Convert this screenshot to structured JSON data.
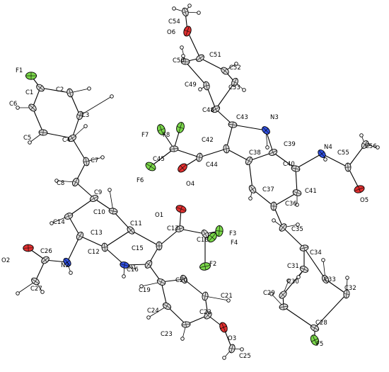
{
  "figure": {
    "title": "",
    "type": "ORTEP crystal structure (two molecules)"
  },
  "colors": {
    "C": "#d9d9d9",
    "N": "#3050e0",
    "O": "#e03030",
    "F": "#7ad64a",
    "H": "#ffffff",
    "outline": "#000000"
  },
  "atoms": [
    {
      "id": "F1",
      "el": "F",
      "label": "F1"
    },
    {
      "id": "C1",
      "el": "C",
      "label": "C1"
    },
    {
      "id": "C2",
      "el": "C",
      "label": "C2"
    },
    {
      "id": "C3",
      "el": "C",
      "label": "C3"
    },
    {
      "id": "C4",
      "el": "C",
      "label": "C4"
    },
    {
      "id": "C5",
      "el": "C",
      "label": "C5"
    },
    {
      "id": "C6",
      "el": "C",
      "label": "C6"
    },
    {
      "id": "C7",
      "el": "C",
      "label": "C7"
    },
    {
      "id": "C8",
      "el": "C",
      "label": "C8"
    },
    {
      "id": "C9",
      "el": "C",
      "label": "C9"
    },
    {
      "id": "C10",
      "el": "C",
      "label": "C10"
    },
    {
      "id": "C11",
      "el": "C",
      "label": "C11"
    },
    {
      "id": "C12",
      "el": "C",
      "label": "C12"
    },
    {
      "id": "C13",
      "el": "C",
      "label": "C13"
    },
    {
      "id": "C14",
      "el": "C",
      "label": "C14"
    },
    {
      "id": "N1",
      "el": "N",
      "label": "N1"
    },
    {
      "id": "N2",
      "el": "N",
      "label": "N2"
    },
    {
      "id": "C15",
      "el": "C",
      "label": "C15"
    },
    {
      "id": "C16",
      "el": "C",
      "label": "C16"
    },
    {
      "id": "C17",
      "el": "C",
      "label": "C17"
    },
    {
      "id": "O1",
      "el": "O",
      "label": "O1"
    },
    {
      "id": "C18",
      "el": "C",
      "label": "C18"
    },
    {
      "id": "F3",
      "el": "F",
      "label": "F3"
    },
    {
      "id": "F4",
      "el": "F",
      "label": "F4"
    },
    {
      "id": "F2",
      "el": "F",
      "label": "F2"
    },
    {
      "id": "C19",
      "el": "C",
      "label": "C19"
    },
    {
      "id": "C20",
      "el": "C",
      "label": "C20"
    },
    {
      "id": "C21",
      "el": "C",
      "label": "C21"
    },
    {
      "id": "C22",
      "el": "C",
      "label": "C22"
    },
    {
      "id": "C23",
      "el": "C",
      "label": "C23"
    },
    {
      "id": "C24",
      "el": "C",
      "label": "C24"
    },
    {
      "id": "O3",
      "el": "O",
      "label": "O3"
    },
    {
      "id": "C25",
      "el": "C",
      "label": "C25"
    },
    {
      "id": "C26",
      "el": "C",
      "label": "C26"
    },
    {
      "id": "O2",
      "el": "O",
      "label": "O2"
    },
    {
      "id": "C27",
      "el": "C",
      "label": "C27"
    },
    {
      "id": "C54",
      "el": "C",
      "label": "C54"
    },
    {
      "id": "O6",
      "el": "O",
      "label": "O6"
    },
    {
      "id": "C51",
      "el": "C",
      "label": "C51"
    },
    {
      "id": "C50",
      "el": "C",
      "label": "C50"
    },
    {
      "id": "C52",
      "el": "C",
      "label": "C52"
    },
    {
      "id": "C49",
      "el": "C",
      "label": "C49"
    },
    {
      "id": "C53",
      "el": "C",
      "label": "C53"
    },
    {
      "id": "C48",
      "el": "C",
      "label": "C48"
    },
    {
      "id": "C43",
      "el": "C",
      "label": "C43"
    },
    {
      "id": "N3",
      "el": "N",
      "label": "N3"
    },
    {
      "id": "C42",
      "el": "C",
      "label": "C42"
    },
    {
      "id": "C38",
      "el": "C",
      "label": "C38"
    },
    {
      "id": "C39",
      "el": "C",
      "label": "C39"
    },
    {
      "id": "C40",
      "el": "C",
      "label": "C40"
    },
    {
      "id": "N4",
      "el": "N",
      "label": "N4"
    },
    {
      "id": "C55",
      "el": "C",
      "label": "C55"
    },
    {
      "id": "C56",
      "el": "C",
      "label": "C56"
    },
    {
      "id": "O5",
      "el": "O",
      "label": "O5"
    },
    {
      "id": "C41",
      "el": "C",
      "label": "C41"
    },
    {
      "id": "C37",
      "el": "C",
      "label": "C37"
    },
    {
      "id": "C36",
      "el": "C",
      "label": "C36"
    },
    {
      "id": "C35",
      "el": "C",
      "label": "C35"
    },
    {
      "id": "C34",
      "el": "C",
      "label": "C34"
    },
    {
      "id": "C31",
      "el": "C",
      "label": "C31"
    },
    {
      "id": "C33",
      "el": "C",
      "label": "C33"
    },
    {
      "id": "C32",
      "el": "C",
      "label": "C32"
    },
    {
      "id": "C30",
      "el": "C",
      "label": "C30"
    },
    {
      "id": "C29",
      "el": "C",
      "label": "C29"
    },
    {
      "id": "C28",
      "el": "C",
      "label": "C28"
    },
    {
      "id": "F5",
      "el": "F",
      "label": "F5"
    },
    {
      "id": "C44",
      "el": "C",
      "label": "C44"
    },
    {
      "id": "O4",
      "el": "O",
      "label": "O4"
    },
    {
      "id": "C45",
      "el": "C",
      "label": "C45"
    },
    {
      "id": "F6",
      "el": "F",
      "label": "F6"
    },
    {
      "id": "F7",
      "el": "F",
      "label": "F7"
    },
    {
      "id": "F8",
      "el": "F",
      "label": "F8"
    }
  ],
  "bonds": [
    [
      "F1",
      "C1"
    ],
    [
      "C1",
      "C2"
    ],
    [
      "C2",
      "C3"
    ],
    [
      "C3",
      "C4"
    ],
    [
      "C4",
      "C5"
    ],
    [
      "C5",
      "C6"
    ],
    [
      "C6",
      "C1"
    ],
    [
      "C4",
      "C7"
    ],
    [
      "C7",
      "C8"
    ],
    [
      "C8",
      "C9"
    ],
    [
      "C9",
      "C10"
    ],
    [
      "C10",
      "C11"
    ],
    [
      "C9",
      "C14"
    ],
    [
      "C14",
      "C13"
    ],
    [
      "C13",
      "C12"
    ],
    [
      "C12",
      "C11"
    ],
    [
      "C12",
      "N1"
    ],
    [
      "C11",
      "C15"
    ],
    [
      "C15",
      "C16"
    ],
    [
      "C16",
      "N1"
    ],
    [
      "C15",
      "C17"
    ],
    [
      "C17",
      "O1"
    ],
    [
      "C17",
      "C18"
    ],
    [
      "C18",
      "F3"
    ],
    [
      "C18",
      "F4"
    ],
    [
      "C18",
      "F2"
    ],
    [
      "C16",
      "C19"
    ],
    [
      "C19",
      "C20"
    ],
    [
      "C20",
      "C21"
    ],
    [
      "C21",
      "C22"
    ],
    [
      "C22",
      "C23"
    ],
    [
      "C23",
      "C24"
    ],
    [
      "C24",
      "C19"
    ],
    [
      "C22",
      "O3"
    ],
    [
      "O3",
      "C25"
    ],
    [
      "C13",
      "N2"
    ],
    [
      "N2",
      "C26"
    ],
    [
      "C26",
      "O2"
    ],
    [
      "C26",
      "C27"
    ],
    [
      "C54",
      "O6"
    ],
    [
      "O6",
      "C51"
    ],
    [
      "C51",
      "C50"
    ],
    [
      "C51",
      "C52"
    ],
    [
      "C50",
      "C49"
    ],
    [
      "C52",
      "C53"
    ],
    [
      "C49",
      "C48"
    ],
    [
      "C53",
      "C48"
    ],
    [
      "C48",
      "C43"
    ],
    [
      "C43",
      "N3"
    ],
    [
      "C43",
      "C42"
    ],
    [
      "C42",
      "C38"
    ],
    [
      "C38",
      "C39"
    ],
    [
      "C39",
      "N3"
    ],
    [
      "C39",
      "C40"
    ],
    [
      "C40",
      "N4"
    ],
    [
      "N4",
      "C55"
    ],
    [
      "C55",
      "C56"
    ],
    [
      "C55",
      "O5"
    ],
    [
      "C40",
      "C41"
    ],
    [
      "C41",
      "C36"
    ],
    [
      "C36",
      "C37"
    ],
    [
      "C37",
      "C38"
    ],
    [
      "C36",
      "C35"
    ],
    [
      "C35",
      "C34"
    ],
    [
      "C34",
      "C31"
    ],
    [
      "C34",
      "C33"
    ],
    [
      "C33",
      "C32"
    ],
    [
      "C32",
      "C28"
    ],
    [
      "C31",
      "C30"
    ],
    [
      "C30",
      "C29"
    ],
    [
      "C29",
      "C28"
    ],
    [
      "C28",
      "F5"
    ],
    [
      "C42",
      "C44"
    ],
    [
      "C44",
      "O4"
    ],
    [
      "C44",
      "C45"
    ],
    [
      "C45",
      "F6"
    ],
    [
      "C45",
      "F7"
    ],
    [
      "C45",
      "F8"
    ]
  ]
}
